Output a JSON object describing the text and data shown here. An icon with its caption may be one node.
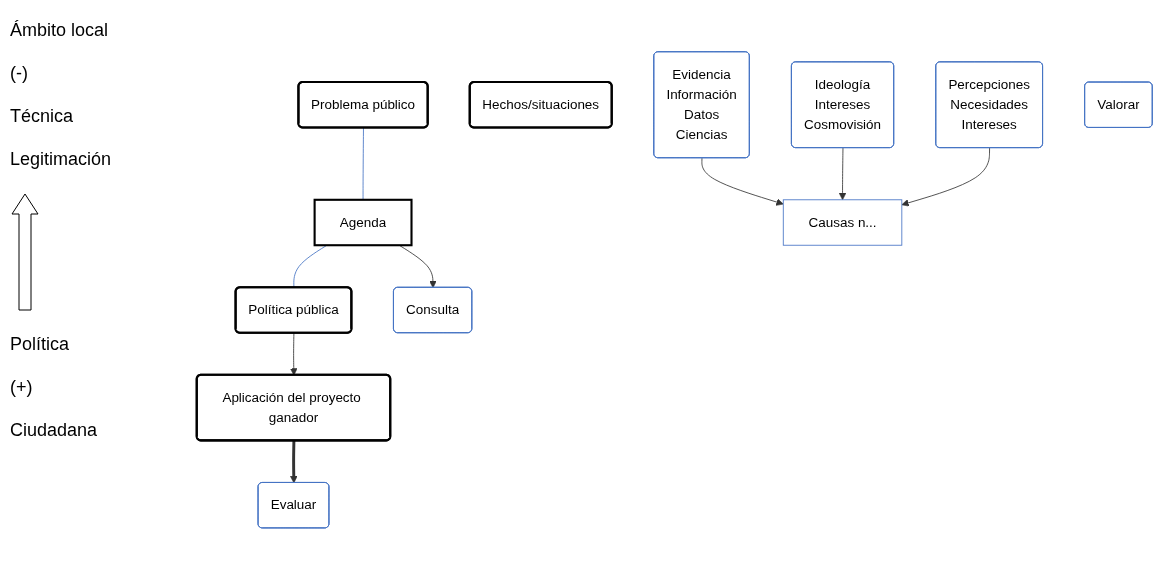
{
  "diagram": {
    "nodes": [
      {
        "text": [
          "Problema público"
        ]
      },
      {
        "text": [
          "Agenda"
        ]
      },
      {
        "text": [
          "Política pública"
        ]
      },
      {
        "text": [
          "Hechos/situaciones"
        ]
      },
      {
        "text": [
          "Consulta"
        ]
      },
      {
        "text": [
          "Aplicación del proyecto ganador"
        ]
      },
      {
        "text": [
          "Evidencia",
          "Información",
          "Datos",
          "Ciencias"
        ]
      },
      {
        "text": [
          "Ideología",
          "Intereses",
          "Cosmovisión"
        ]
      },
      {
        "text": [
          "Causas n..."
        ]
      },
      {
        "text": [
          "Percepciones",
          "Necesidades",
          "Intereses"
        ]
      },
      {
        "text": [
          "Evaluar"
        ]
      },
      {
        "text": [
          "Valorar"
        ]
      }
    ],
    "edges": [
      {
        "from": 0,
        "to": 1,
        "arrow": "none",
        "color": "#4472c4"
      },
      {
        "from": 1,
        "to": 2,
        "arrow": "none",
        "color": "#4472c4"
      },
      {
        "from": 1,
        "to": 4,
        "arrow": "to"
      },
      {
        "from": 2,
        "to": 5,
        "arrow": "to"
      },
      {
        "from": 6,
        "to": 8,
        "arrow": "to"
      },
      {
        "from": 7,
        "to": 8,
        "arrow": "to"
      },
      {
        "from": 9,
        "to": 8,
        "arrow": "to"
      },
      {
        "from": 5,
        "to": 10,
        "arrow": "to",
        "style": "thick"
      }
    ],
    "labels": [
      "Ámbito local",
      "(-)",
      "Técnica",
      "Legitimación",
      "Política",
      "(+)",
      "Ciudadana"
    ]
  }
}
